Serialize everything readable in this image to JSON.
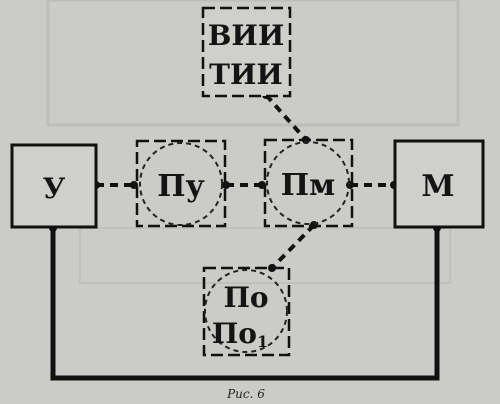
{
  "diagram": {
    "caption": "Рис. 6",
    "nodes": {
      "u": {
        "label": "У"
      },
      "pu": {
        "label": "Пу"
      },
      "pm": {
        "label": "Пм"
      },
      "m": {
        "label": "М"
      },
      "vii_tii": {
        "line1": "ВИИ",
        "line2": "ТИИ"
      },
      "po": {
        "line1": "По",
        "line2_base": "По",
        "line2_sub": "1"
      }
    }
  }
}
